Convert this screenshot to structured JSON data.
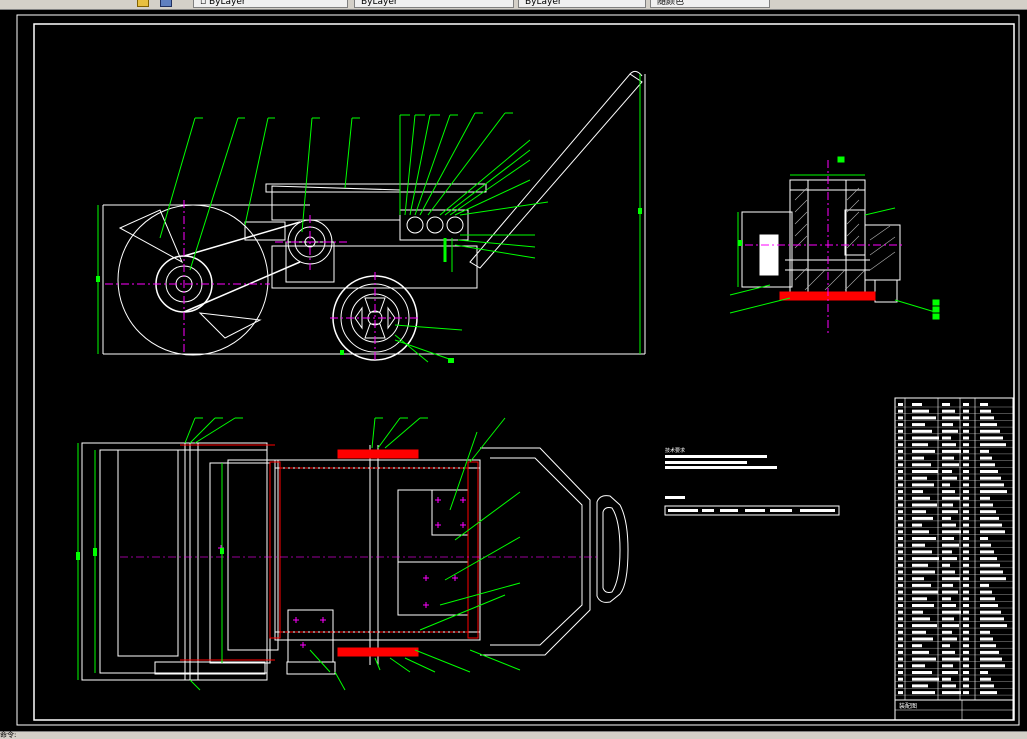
{
  "toolbar": {
    "tabs": [
      {
        "label": "▫ ByLayer"
      },
      {
        "label": "ByLayer"
      },
      {
        "label": "ByLayer"
      },
      {
        "label": "随颜色"
      }
    ]
  },
  "status_bar": {
    "prompt": "命令:"
  },
  "drawing": {
    "colors": {
      "background": "#000000",
      "frame": "#ffffff",
      "leader": "#00ff00",
      "centerline": "#ff00ff",
      "highlight": "#ff0000"
    },
    "title_block": {
      "title_label": "装配图"
    },
    "notes": {
      "heading": "技术要求"
    }
  }
}
